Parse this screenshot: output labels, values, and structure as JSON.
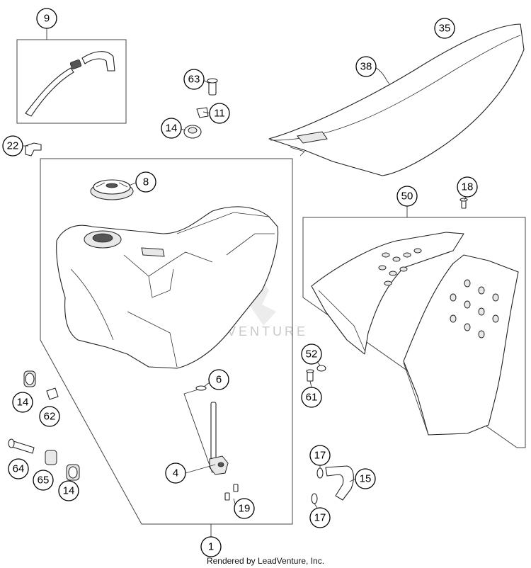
{
  "callouts": {
    "c9": "9",
    "c22": "22",
    "c63": "63",
    "c11": "11",
    "c14a": "14",
    "c35": "35",
    "c38": "38",
    "c8": "8",
    "c50": "50",
    "c18": "18",
    "c6": "6",
    "c4": "4",
    "c19": "19",
    "c1": "1",
    "c14b": "14",
    "c62": "62",
    "c64": "64",
    "c65": "65",
    "c14c": "14",
    "c52": "52",
    "c61": "61",
    "c17a": "17",
    "c15": "15",
    "c17b": "17"
  },
  "watermark": "LEADVENTURE",
  "footer": "Rendered by LeadVenture, Inc."
}
